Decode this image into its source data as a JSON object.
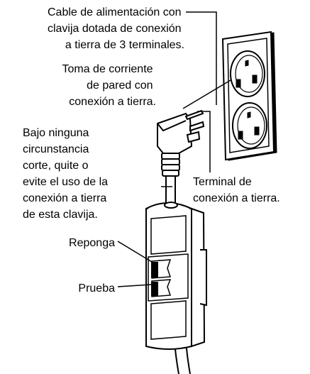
{
  "labels": {
    "power_cord": [
      "Cable de alimentación con",
      "clavija dotada de conexión",
      "a tierra de 3 terminales."
    ],
    "wall_outlet": [
      "Toma de corriente",
      "de pared con",
      "conexión a tierra."
    ],
    "warning": [
      "Bajo ninguna",
      "circunstancia",
      "corte, quite o",
      "evite el uso de la",
      "conexión a tierra",
      "de esta clavija."
    ],
    "ground_terminal": [
      "Terminal de",
      "conexión a tierra."
    ],
    "reset": "Reponga",
    "test": "Prueba"
  }
}
